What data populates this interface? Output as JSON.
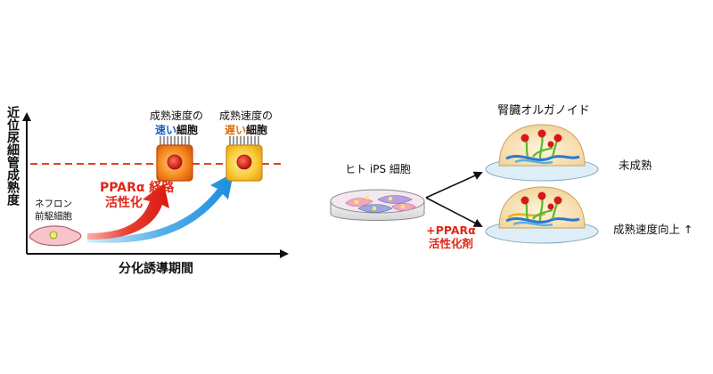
{
  "left_panel": {
    "y_axis_label": "近位尿細管成熟度",
    "x_axis_label": "分化誘導期間",
    "progenitor_label_line1": "ネフロン",
    "progenitor_label_line2": "前駆細胞",
    "pathway_label_line1": "PPARα 経路",
    "pathway_label_line2": "活性化",
    "fast_cell_title_line1": "成熟速度の",
    "fast_cell_title_emph": "速い",
    "fast_cell_title_rest": "細胞",
    "slow_cell_title_line1": "成熟速度の",
    "slow_cell_title_emph": "遅い",
    "slow_cell_title_rest": "細胞"
  },
  "right_panel": {
    "ips_label": "ヒト iPS 細胞",
    "organoid_title": "腎臓オルガノイド",
    "immature_label": "未成熟",
    "improved_label": "成熟速度向上 ↑",
    "treatment_line1": "+PPARα",
    "treatment_line2": "活性化剤"
  },
  "colors": {
    "red_arrow": "#e02818",
    "blue_arrow": "#1a8ee0",
    "dashed_line": "#e8401c",
    "fast_cell": "#ee6a10",
    "slow_cell": "#f6b020",
    "emph_blue": "#1060c0",
    "emph_orange": "#e07010"
  }
}
